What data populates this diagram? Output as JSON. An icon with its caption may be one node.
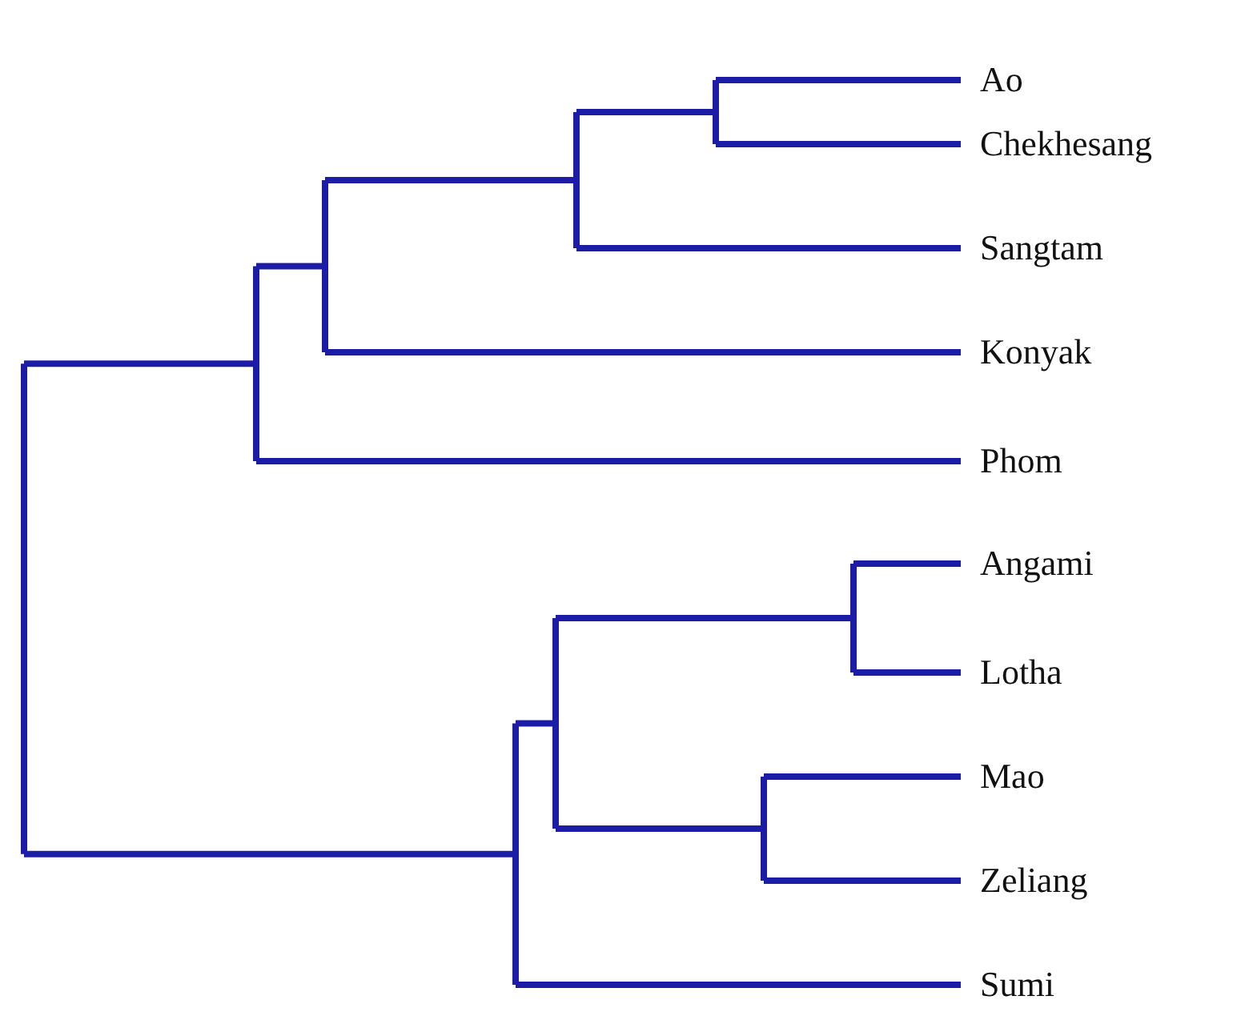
{
  "diagram": {
    "labels": [
      "Ao",
      "Chekhesang",
      "Sangtam",
      "Konyak",
      "Phom",
      "Angami",
      "Lotha",
      "Mao",
      "Zeliang",
      "Sumi"
    ]
  }
}
